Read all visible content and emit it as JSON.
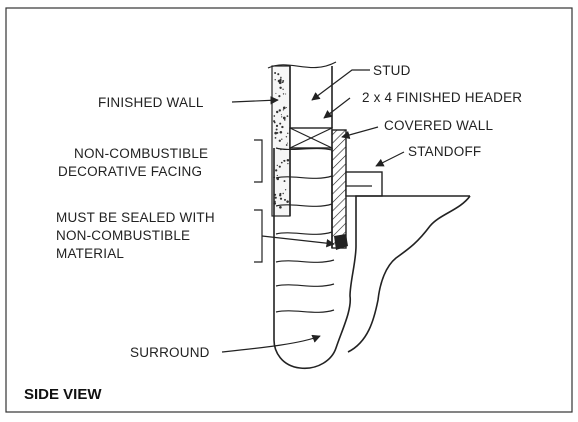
{
  "labels": {
    "stud": "STUD",
    "finished_wall": "FINISHED WALL",
    "finished_header": "2 x 4 FINISHED HEADER",
    "covered_wall": "COVERED WALL",
    "standoff": "STANDOFF",
    "facing_line1": "NON-COMBUSTIBLE",
    "facing_line2": "DECORATIVE FACING",
    "sealed_line1": "MUST BE SEALED WITH",
    "sealed_line2": "NON-COMBUSTIBLE",
    "sealed_line3": "MATERIAL",
    "surround": "SURROUND"
  },
  "view_title": "SIDE VIEW",
  "colors": {
    "ink": "#222222",
    "background": "#ffffff"
  }
}
